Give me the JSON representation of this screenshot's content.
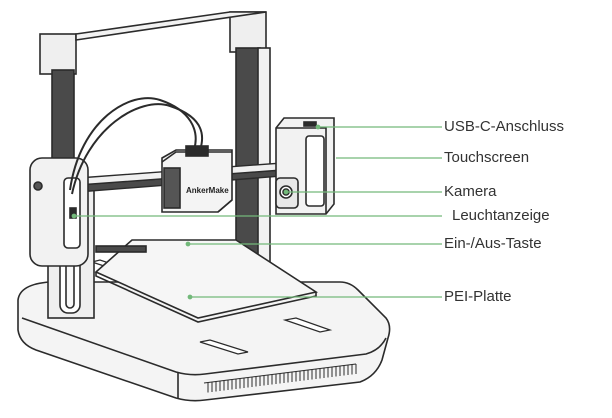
{
  "printer": {
    "brand_text": "AnkerMake"
  },
  "colors": {
    "leader_line": "#73b97a",
    "label_text": "#333333",
    "frame_dark": "#3a3a3a",
    "frame_light": "#f2f2f2",
    "outline": "#2b2b2b"
  },
  "labels": [
    {
      "id": "usb",
      "text": "USB-C-Anschluss"
    },
    {
      "id": "touchscreen",
      "text": "Touchscreen"
    },
    {
      "id": "kamera",
      "text": "Kamera"
    },
    {
      "id": "leucht",
      "text": "Leuchtanzeige"
    },
    {
      "id": "einaus",
      "text": "Ein-/Aus-Taste"
    },
    {
      "id": "pei",
      "text": "PEI-Platte"
    }
  ]
}
